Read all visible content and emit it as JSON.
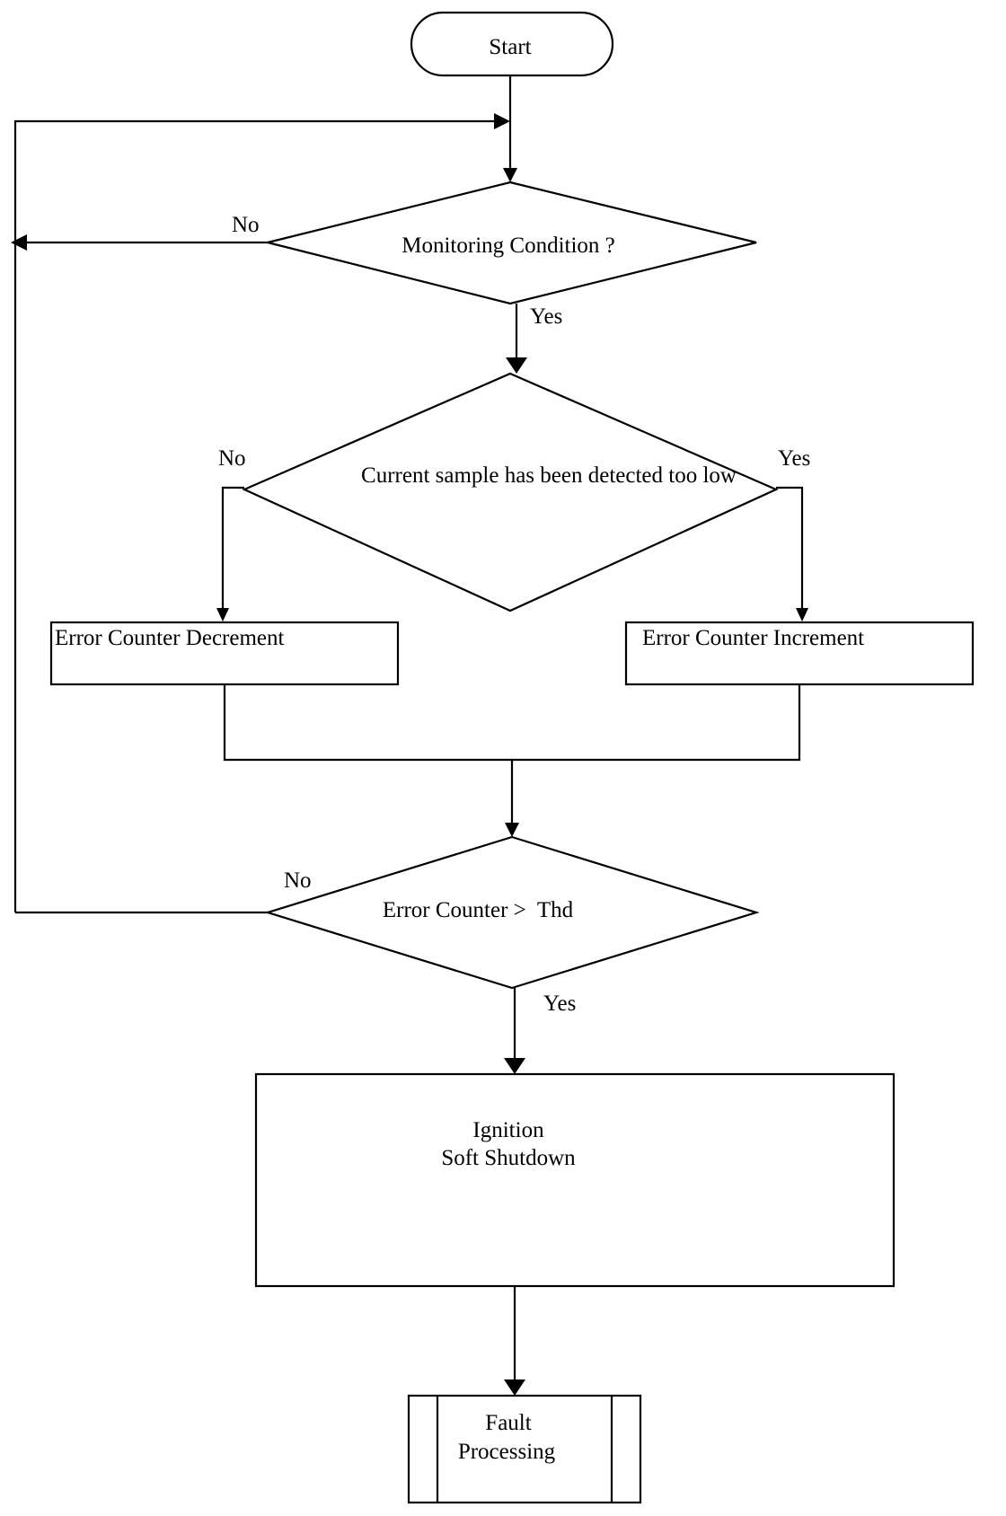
{
  "nodes": {
    "start": "Start",
    "monitoring_condition": "Monitoring Condition ?",
    "current_sample": "Current sample has been detected too low",
    "error_counter_decrement": "Error Counter Decrement",
    "error_counter_increment": "Error Counter Increment",
    "error_counter_check": "Error Counter >  Thd",
    "ignition_line1": "Ignition",
    "ignition_line2": "Soft Shutdown",
    "fault_line1": "Fault",
    "fault_line2": "Processing"
  },
  "edges": {
    "monitoring_no": "No",
    "monitoring_yes": "Yes",
    "sample_no": "No",
    "sample_yes": "Yes",
    "counter_no": "No",
    "counter_yes": "Yes"
  },
  "colors": {
    "stroke": "#000000",
    "background": "#ffffff"
  }
}
